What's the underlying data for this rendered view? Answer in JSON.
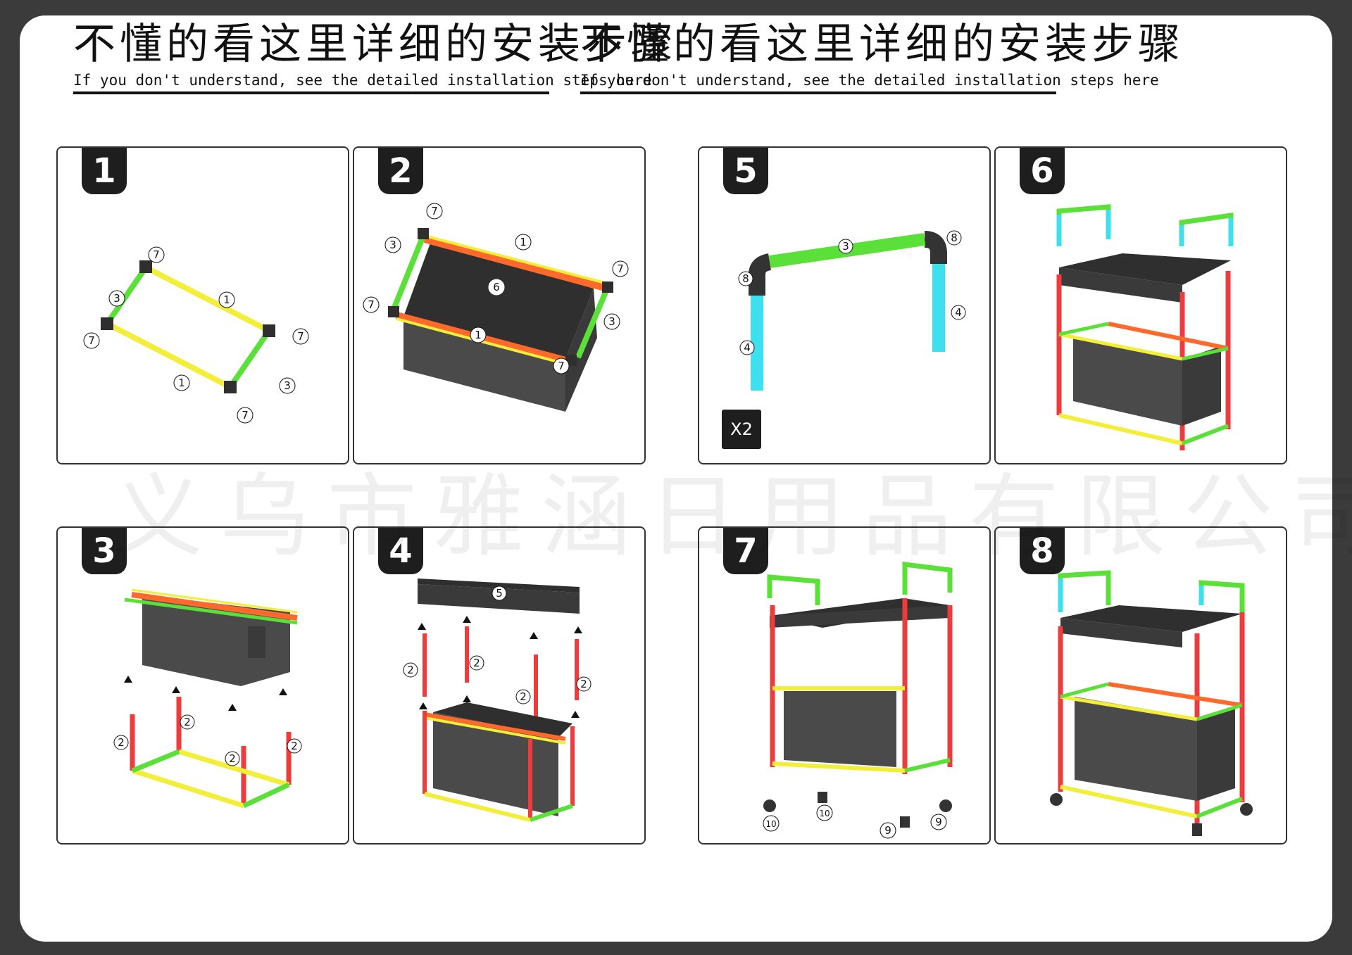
{
  "header": {
    "title_cn": "不懂的看这里详细的安装步骤",
    "subtitle_en": "If you don't understand, see the detailed installation steps here"
  },
  "watermark": "义乌市雅涵日用品有限公司",
  "steps": [
    {
      "number": "1"
    },
    {
      "number": "2"
    },
    {
      "number": "3"
    },
    {
      "number": "4"
    },
    {
      "number": "5",
      "note": "X2"
    },
    {
      "number": "6"
    },
    {
      "number": "7"
    },
    {
      "number": "8"
    }
  ],
  "part_numbers": [
    "1",
    "2",
    "3",
    "4",
    "5",
    "6",
    "7",
    "8",
    "9",
    "10"
  ],
  "colors": {
    "yellow": "#f2ee3a",
    "orange": "#ff6a2c",
    "green": "#5be03a",
    "red": "#ee3b3b",
    "cyan": "#3fe0ee",
    "dark": "#2f2f2f",
    "box": "#4a4a4a"
  }
}
